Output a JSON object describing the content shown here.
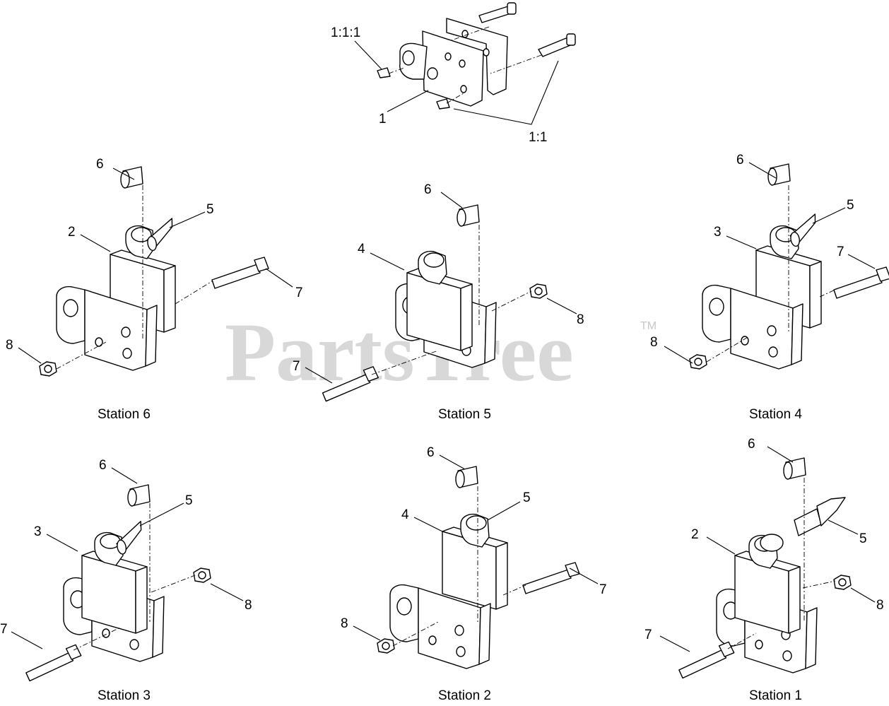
{
  "watermark": {
    "text": "PartsTree",
    "trademark": "TM"
  },
  "top_assembly": {
    "callouts": {
      "assembly": "1:1:1",
      "bracket": "1",
      "pins": "1:1"
    }
  },
  "stations": [
    {
      "label": "Station 6",
      "callouts": {
        "spacer": "6",
        "fitting": "5",
        "body": "2",
        "bolt": "7",
        "nut": "8"
      }
    },
    {
      "label": "Station 5",
      "callouts": {
        "spacer": "6",
        "body": "4",
        "nut": "8",
        "bolt": "7"
      }
    },
    {
      "label": "Station 4",
      "callouts": {
        "spacer": "6",
        "fitting": "5",
        "body": "3",
        "bolt": "7",
        "nut": "8"
      }
    },
    {
      "label": "Station 3",
      "callouts": {
        "spacer": "6",
        "fitting": "5",
        "body": "3",
        "nut": "8",
        "bolt": "7"
      }
    },
    {
      "label": "Station 2",
      "callouts": {
        "spacer": "6",
        "fitting": "5",
        "body": "4",
        "bolt": "7",
        "nut": "8"
      }
    },
    {
      "label": "Station 1",
      "callouts": {
        "spacer": "6",
        "body": "2",
        "fitting": "5",
        "nut": "8",
        "bolt": "7"
      }
    }
  ]
}
